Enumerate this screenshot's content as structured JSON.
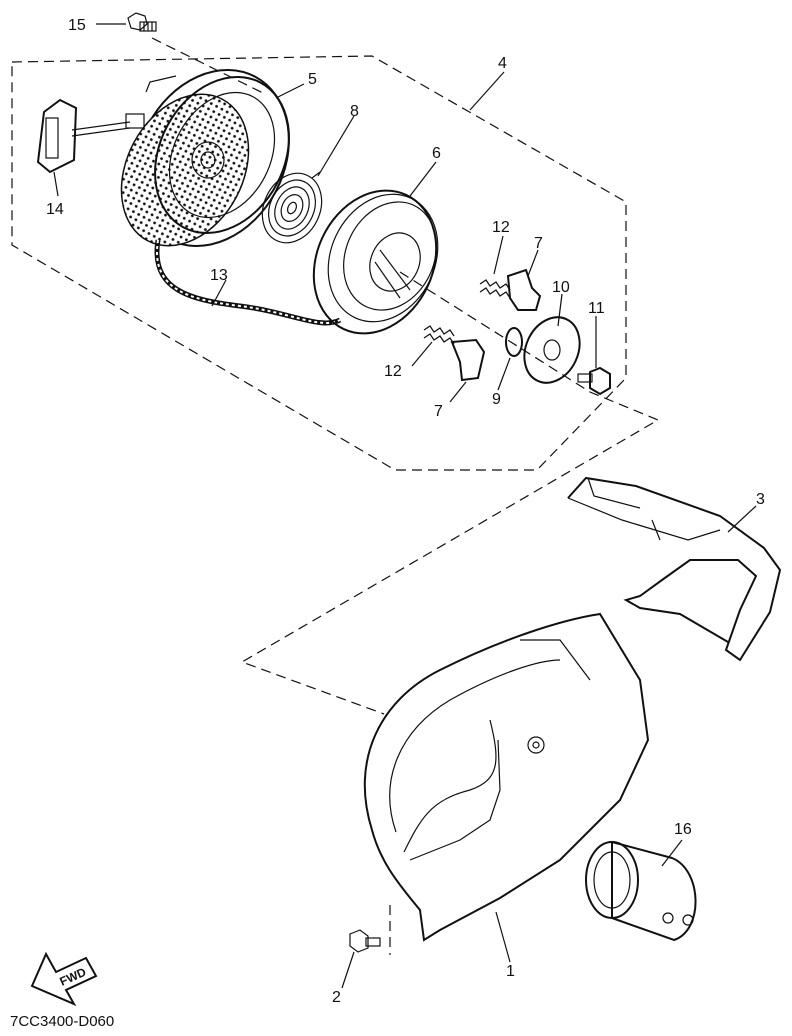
{
  "labels": {
    "p1": "1",
    "p2": "2",
    "p3": "3",
    "p4": "4",
    "p5": "5",
    "p6": "6",
    "p7a": "7",
    "p7b": "7",
    "p8": "8",
    "p9": "9",
    "p10": "10",
    "p11": "11",
    "p12a": "12",
    "p12b": "12",
    "p13": "13",
    "p14": "14",
    "p15": "15",
    "p16": "16"
  },
  "fwd_text": "FWD",
  "diagram_code": "7CC3400-D060"
}
